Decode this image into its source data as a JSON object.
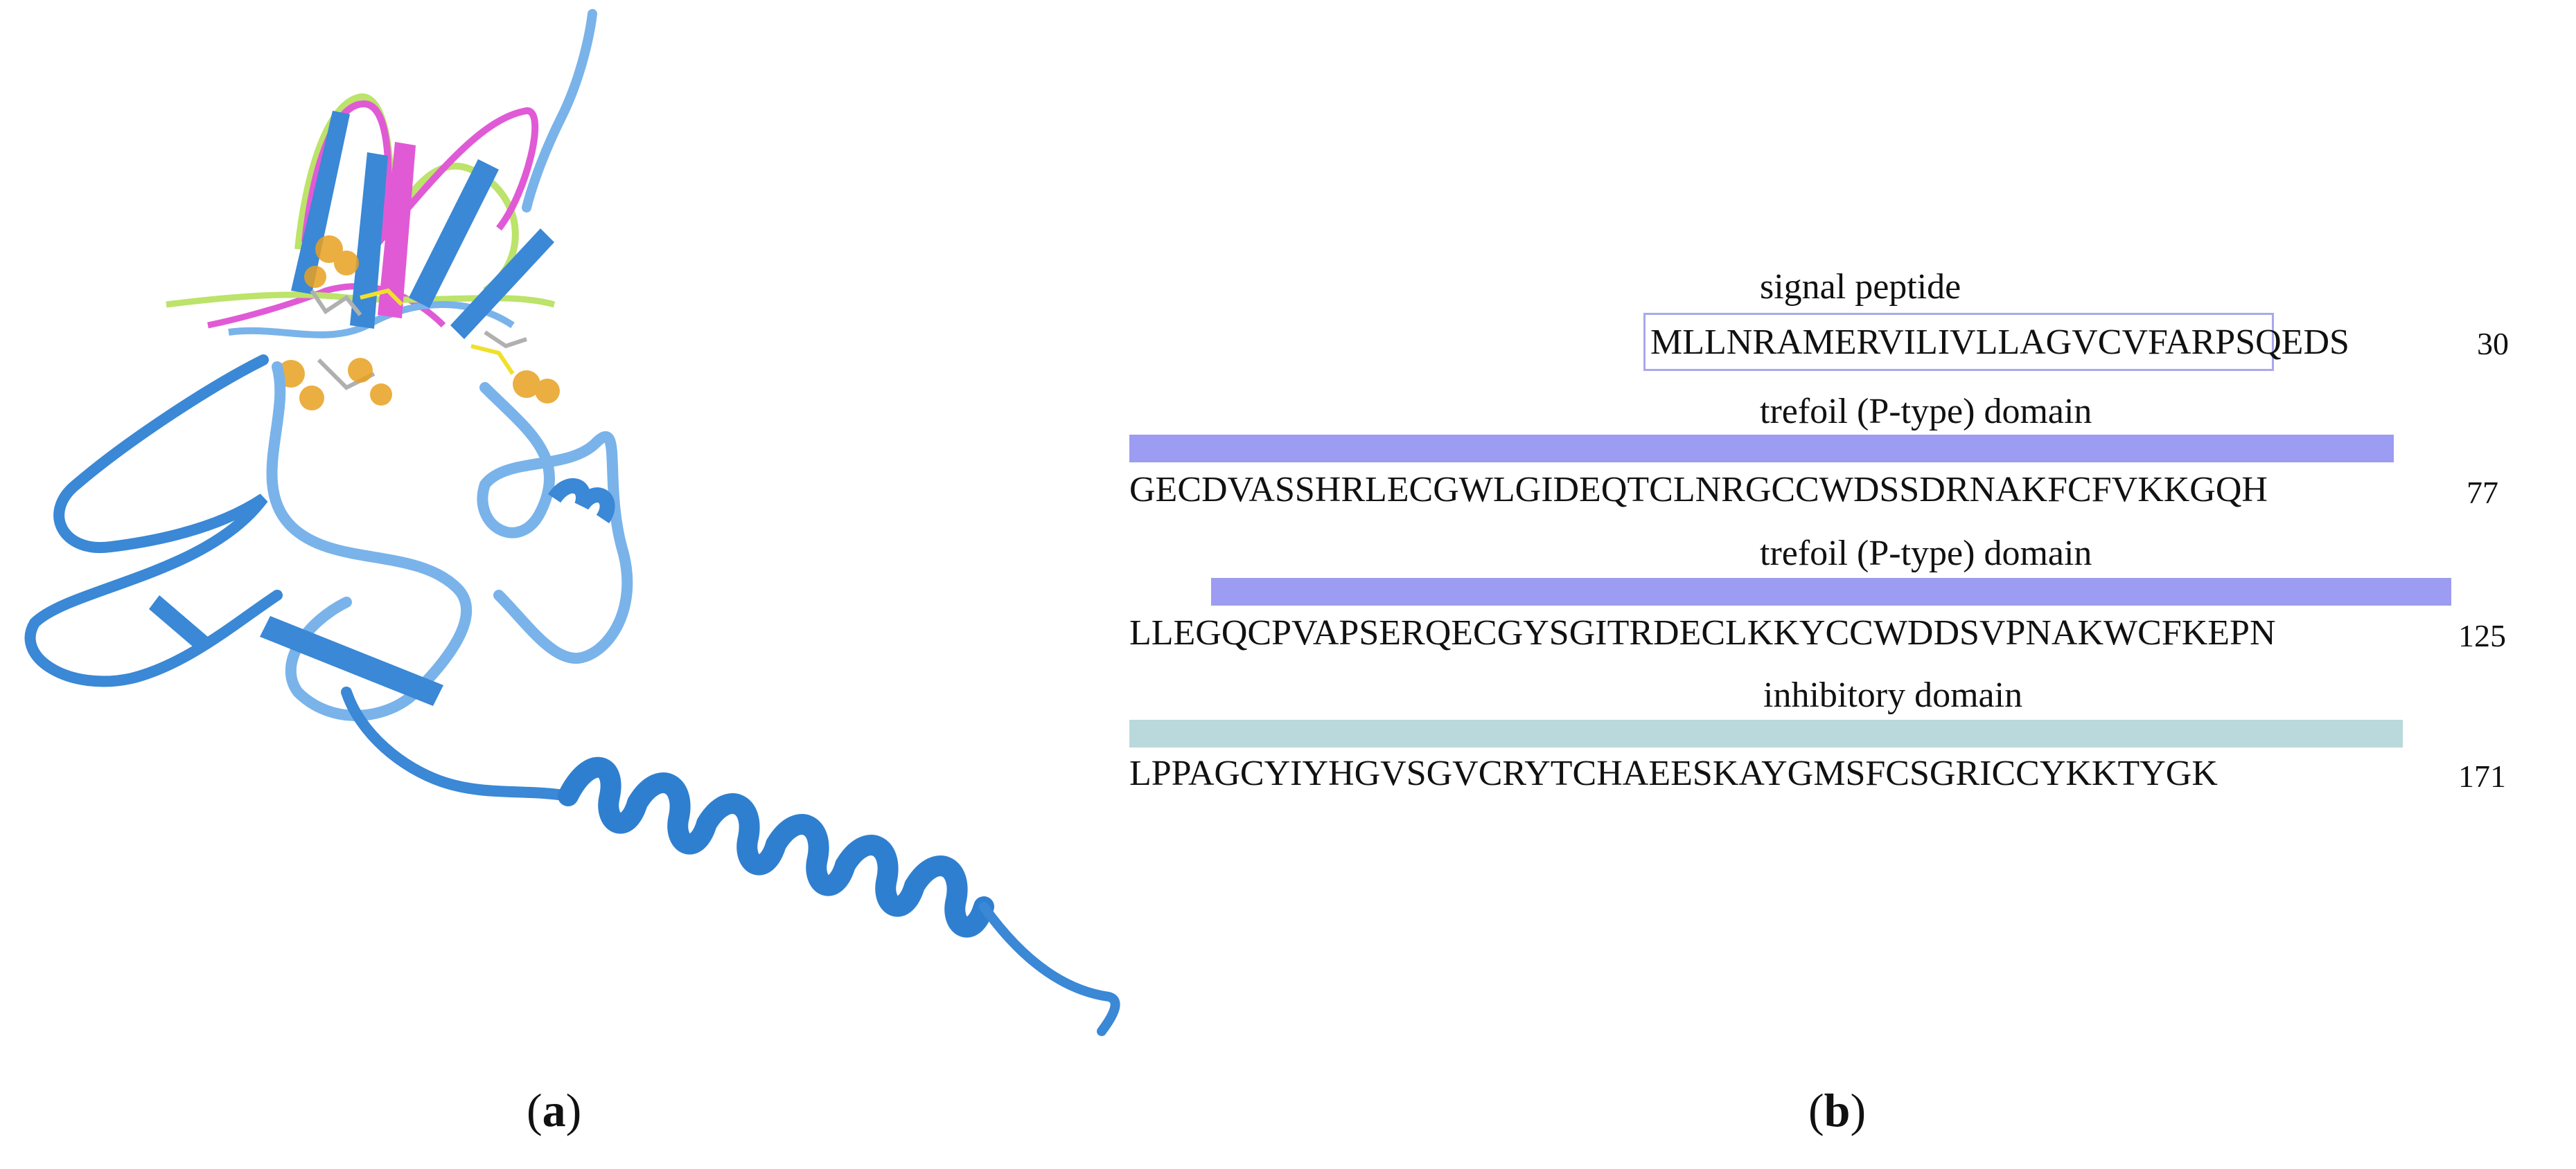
{
  "panel_a": {
    "caption_open": "(",
    "caption_letter": "a",
    "caption_close": ")",
    "structure_colors": {
      "main_chain": "#3a88d6",
      "main_chain_light": "#79b3ea",
      "overlay_magenta": "#e05ad6",
      "overlay_green": "#bce36a",
      "overlay_yellow": "#f0e02a",
      "cysteine_spheres": "#e8a020",
      "stick": "#b0b0b0"
    }
  },
  "panel_b": {
    "caption_open": "(",
    "caption_letter": "b",
    "caption_close": ")",
    "rows": [
      {
        "label": "signal peptide",
        "sequence_boxed": "MLLNRAMERVILIVLLAGVCVFA",
        "sequence_rest": "RPSQEDS",
        "end_position": "30",
        "box_color": "#a8a8ee"
      },
      {
        "label": "trefoil (P-type) domain",
        "sequence": "GECDVASSHRLECGWLGIDEQTCLNRGCCWDSSDRNAKFCFVKKGQH",
        "end_position": "77",
        "bar_color": "#9c9cf2"
      },
      {
        "label": "trefoil (P-type) domain",
        "sequence": "LLEGQCPVAPSERQECGYSGITRDECLKKYCCWDDSVPNAKWCFKEPN",
        "end_position": "125",
        "bar_color": "#9c9cf2"
      },
      {
        "label": "inhibitory domain",
        "sequence": "LPPAGCYIYHGVSGVCRYTCHAEESKAYGMSFCSGRICCYKKTYGK",
        "end_position": "171",
        "bar_color": "#b9d9dc"
      }
    ]
  }
}
